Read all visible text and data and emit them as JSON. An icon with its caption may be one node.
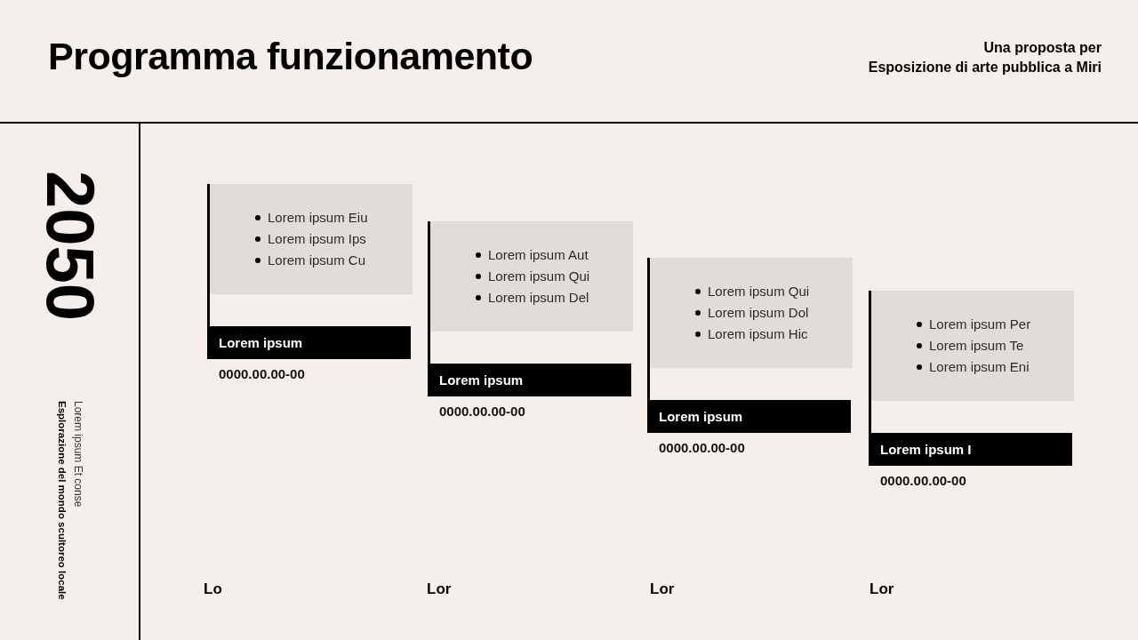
{
  "diagram": {
    "title": "Programma funzionamento",
    "nodes": [
      {
        "text": [
          "Lorem ipsum Eiu",
          "Lorem ipsum Ips",
          "Lorem ipsum Cu"
        ]
      },
      {
        "text": [
          "Lorem ipsum"
        ],
        "beside": [
          "0000.00.00-00"
        ]
      },
      {
        "text": [
          "Lorem ipsum Aut",
          "Lorem ipsum Qui",
          "Lorem ipsum Del"
        ]
      },
      {
        "text": [
          "Lorem ipsum"
        ],
        "beside": [
          "0000.00.00-00"
        ]
      },
      {
        "text": [
          "Lorem ipsum Qui",
          "Lorem ipsum Dol",
          "Lorem ipsum Hic"
        ]
      },
      {
        "text": [
          "Lorem ipsum"
        ],
        "beside": [
          "0000.00.00-00"
        ]
      },
      {
        "text": [
          "Lorem ipsum Per",
          "Lorem ipsum Te",
          "Lorem ipsum Eni"
        ]
      },
      {
        "text": [
          "Lorem ipsum I"
        ],
        "beside": [
          "0000.00.00-00"
        ]
      }
    ],
    "edges": [
      {
        "from": 0,
        "to": 1,
        "arrow": "none"
      },
      {
        "from": 2,
        "to": 3,
        "arrow": "none"
      },
      {
        "from": 4,
        "to": 5,
        "arrow": "none"
      },
      {
        "from": 6,
        "to": 7,
        "arrow": "none"
      }
    ],
    "labels": [
      "Una proposta per",
      "Esposizione di arte pubblica a Miri",
      "2050",
      "Lorem ipsum Et conse",
      "Esplorazione del mondo scultoreo locale",
      "Lo",
      "Lor",
      "Lor",
      "Lor"
    ]
  }
}
